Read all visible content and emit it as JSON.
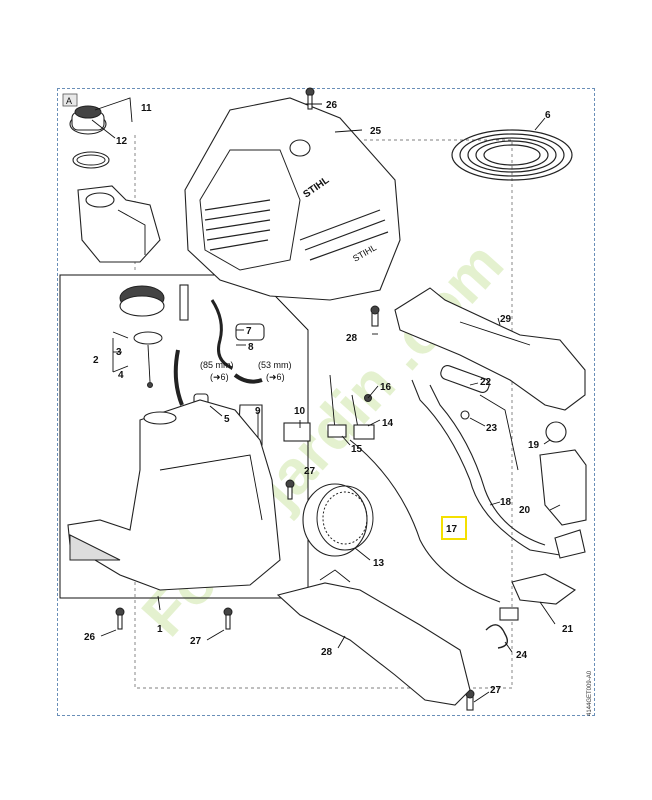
{
  "diagram": {
    "corner_tag": "A",
    "watermark": "Forêt jardin .com",
    "drawing_code": "4144GET009-A0",
    "highlighted_part": "17",
    "dimensions": [
      "(85 mm)",
      "(53 mm)"
    ],
    "dimension_targets": [
      "6",
      "6"
    ],
    "parts": [
      {
        "id": "l1",
        "label": "1"
      },
      {
        "id": "l2",
        "label": "2"
      },
      {
        "id": "l3",
        "label": "3"
      },
      {
        "id": "l4",
        "label": "4"
      },
      {
        "id": "l5",
        "label": "5"
      },
      {
        "id": "l6",
        "label": "6"
      },
      {
        "id": "l7",
        "label": "7"
      },
      {
        "id": "l8",
        "label": "8"
      },
      {
        "id": "l9",
        "label": "9"
      },
      {
        "id": "l10",
        "label": "10"
      },
      {
        "id": "l11",
        "label": "11"
      },
      {
        "id": "l12",
        "label": "12"
      },
      {
        "id": "l13",
        "label": "13"
      },
      {
        "id": "l14",
        "label": "14"
      },
      {
        "id": "l15",
        "label": "15"
      },
      {
        "id": "l16",
        "label": "16"
      },
      {
        "id": "l17",
        "label": "17"
      },
      {
        "id": "l18",
        "label": "18"
      },
      {
        "id": "l19",
        "label": "19"
      },
      {
        "id": "l20",
        "label": "20"
      },
      {
        "id": "l21",
        "label": "21"
      },
      {
        "id": "l22",
        "label": "22"
      },
      {
        "id": "l23",
        "label": "23"
      },
      {
        "id": "l24",
        "label": "24"
      },
      {
        "id": "l25",
        "label": "25"
      },
      {
        "id": "l26a",
        "label": "26"
      },
      {
        "id": "l26b",
        "label": "26"
      },
      {
        "id": "l27a",
        "label": "27"
      },
      {
        "id": "l27b",
        "label": "27"
      },
      {
        "id": "l27c",
        "label": "27"
      },
      {
        "id": "l28a",
        "label": "28"
      },
      {
        "id": "l28b",
        "label": "28"
      },
      {
        "id": "l29",
        "label": "29"
      }
    ],
    "brand_marks": [
      "STIHL",
      "STIHL"
    ]
  }
}
